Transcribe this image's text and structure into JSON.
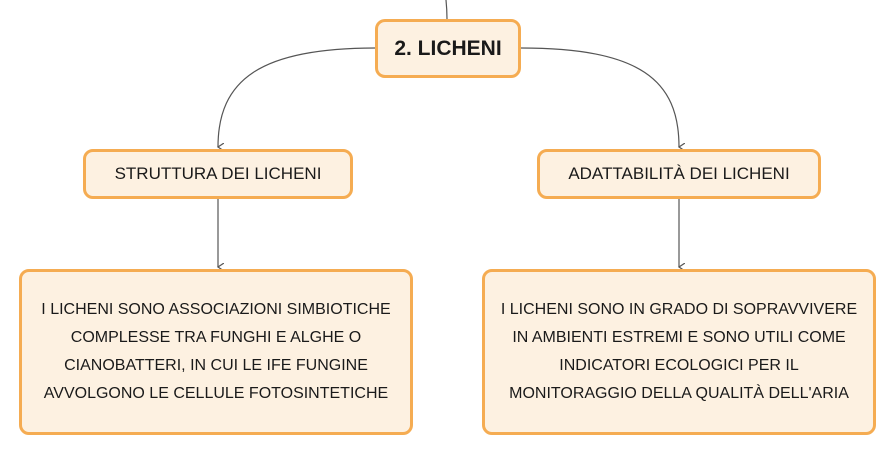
{
  "root": {
    "label": "2. LICHENI"
  },
  "branches": [
    {
      "title": "STRUTTURA DEI LICHENI",
      "description": "I LICHENI SONO ASSOCIAZIONI SIMBIOTICHE COMPLESSE TRA FUNGHI E ALGHE O CIANOBATTERI, IN CUI LE IFE FUNGINE AVVOLGONO LE CELLULE FOTOSINTETICHE"
    },
    {
      "title": "ADATTABILITÀ DEI LICHENI",
      "description": "I LICHENI SONO IN GRADO DI SOPRAVVIVERE IN AMBIENTI ESTREMI E SONO UTILI COME INDICATORI ECOLOGICI PER IL MONITORAGGIO DELLA QUALITÀ DELL'ARIA"
    }
  ],
  "colors": {
    "node_border": "#f5ac52",
    "node_fill": "#fdf1e1",
    "connector": "#555555"
  }
}
